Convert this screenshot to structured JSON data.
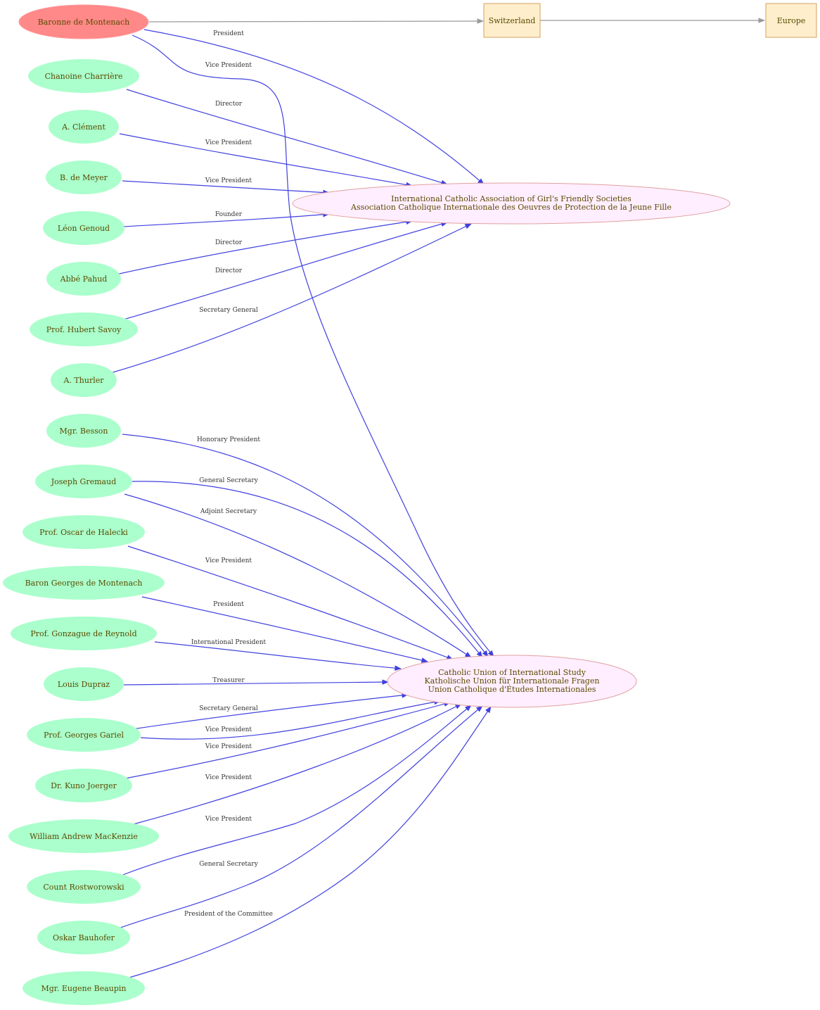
{
  "colors": {
    "person": "#aaffcc",
    "root_person": "#ff8888",
    "org_fill": "#ffeeff",
    "org_stroke": "#e0a0a0",
    "place_fill": "#ffeecc",
    "place_stroke": "#d4a060",
    "edge": "#4040e0",
    "edge_location": "#999999",
    "text": "#5a4a00"
  },
  "places": {
    "switzerland": "Switzerland",
    "europe": "Europe"
  },
  "root_person": "Baronne de Montenach",
  "org_a": [
    "International Catholic Association of Girl's Friendly Societies",
    "Association Catholique Internationale des Oeuvres de Protection de la Jeune Fille"
  ],
  "org_b": [
    "Catholic Union of International Study",
    "Katholische Union für Internationale Fragen",
    "Union Catholique d'Études Internationales"
  ],
  "persons": [
    "Chanoine Charrière",
    "A. Clément",
    "B. de Meyer",
    "Léon Genoud",
    "Abbé Pahud",
    "Prof. Hubert Savoy",
    "A. Thurler",
    "Mgr. Besson",
    "Joseph Gremaud",
    "Prof. Oscar de Halecki",
    "Baron Georges de Montenach",
    "Prof. Gonzague de Reynold",
    "Louis Dupraz",
    "Prof. Georges Gariel",
    "Dr. Kuno Joerger",
    "William  Andrew MacKenzie",
    "Count Rostworowski",
    "Oskar Bauhofer",
    "Mgr. Eugene Beaupin"
  ],
  "edge_labels": [
    "President",
    "Vice President",
    "Director",
    "Vice President",
    "Vice President",
    "Founder",
    "Director",
    "Director",
    "Secretary General",
    "Honorary President",
    "General Secretary",
    "Adjoint Secretary",
    "Vice President",
    "President",
    "International President",
    "Treasurer",
    "Secretary General",
    "Vice President",
    "Vice President",
    "Vice President",
    "Vice President",
    "General Secretary",
    "President of the Committee"
  ]
}
